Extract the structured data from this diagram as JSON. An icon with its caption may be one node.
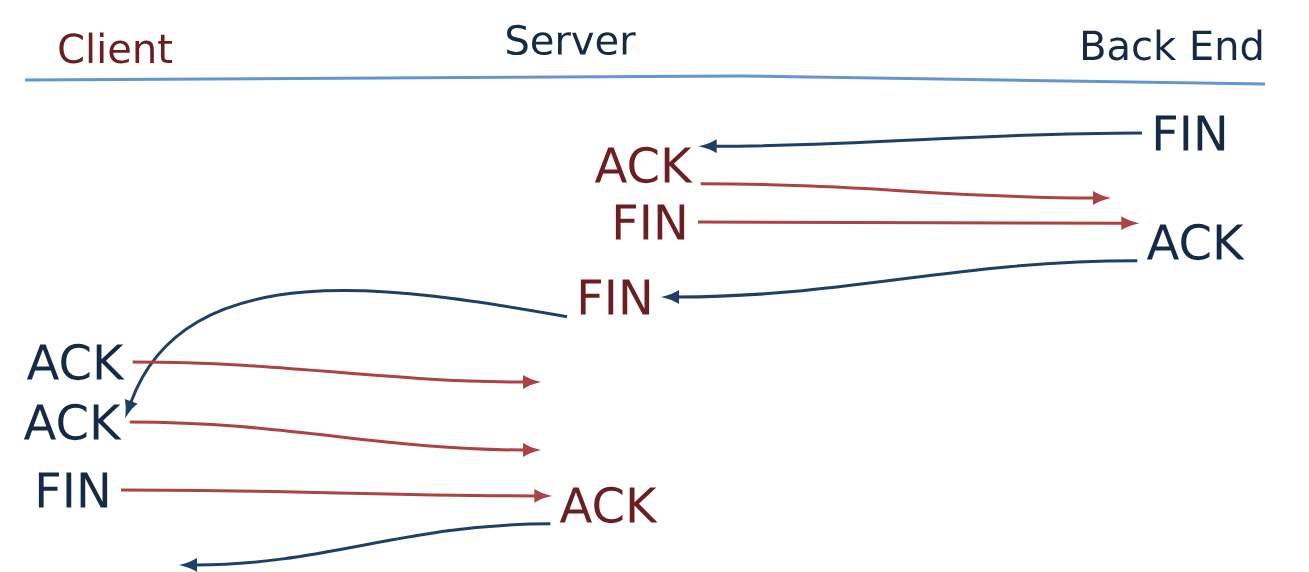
{
  "diagram": {
    "nodes": [
      {
        "text": [
          "FIN"
        ]
      },
      {
        "text": [
          "ACK"
        ]
      },
      {
        "text": [
          "FIN"
        ]
      },
      {
        "text": [
          "ACK"
        ]
      },
      {
        "text": [
          "FIN"
        ]
      },
      {
        "text": [
          "ACK"
        ]
      },
      {
        "text": [
          "ACK"
        ]
      },
      {
        "text": [
          "FIN"
        ]
      },
      {
        "text": [
          "ACK"
        ]
      }
    ],
    "edges": [
      {
        "from": 0,
        "to": 1,
        "arrow": "to",
        "color": "#1f4066"
      },
      {
        "from": 1,
        "to": null,
        "arrow": "to",
        "color": "#a94442"
      },
      {
        "from": 2,
        "to": 3,
        "arrow": "to",
        "color": "#a94442"
      },
      {
        "from": 3,
        "to": 4,
        "arrow": "to",
        "color": "#1f4066"
      },
      {
        "from": 4,
        "to": 6,
        "arrow": "to",
        "color": "#1f4066"
      },
      {
        "from": 5,
        "to": null,
        "arrow": "to",
        "color": "#a94442"
      },
      {
        "from": 6,
        "to": null,
        "arrow": "to",
        "color": "#a94442"
      },
      {
        "from": 7,
        "to": 8,
        "arrow": "to",
        "color": "#a94442"
      },
      {
        "from": 8,
        "to": null,
        "arrow": "to",
        "color": "#1f4066"
      }
    ],
    "labels": [
      "Client",
      "Server",
      "Back End"
    ]
  }
}
